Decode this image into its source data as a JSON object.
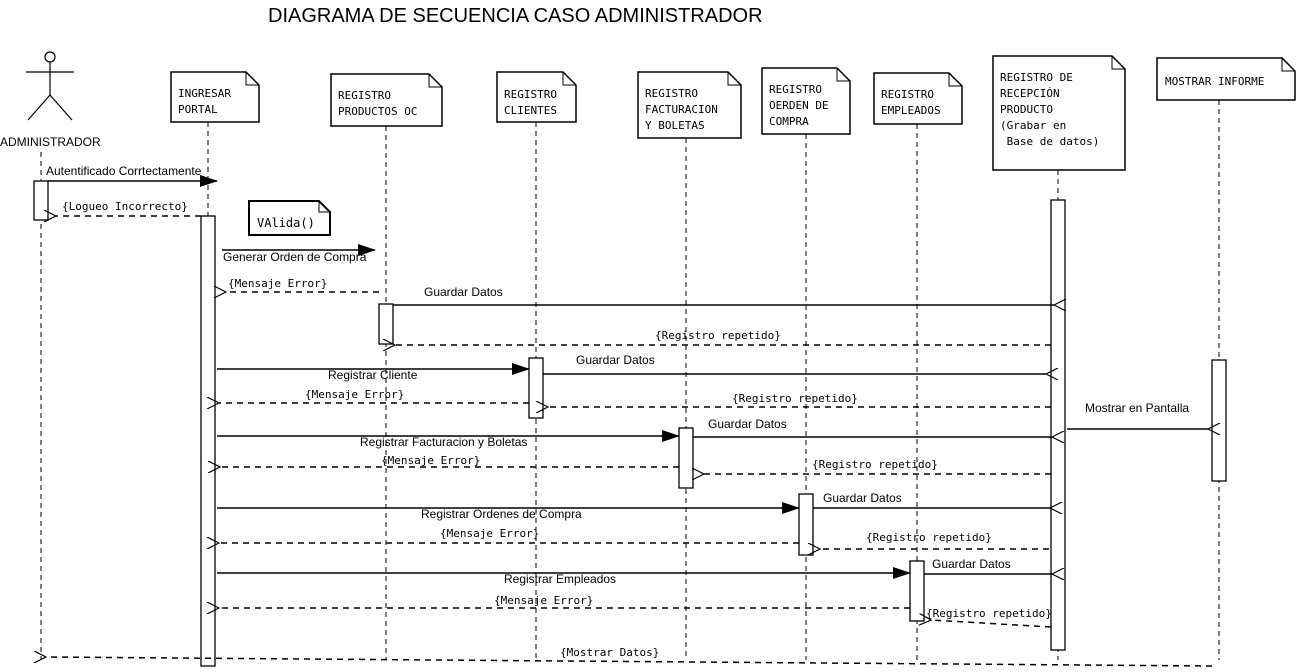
{
  "title": "DIAGRAMA DE SECUENCIA CASO ADMINISTRADOR",
  "actor": {
    "label": "ADMINISTRADOR"
  },
  "lifelines": [
    {
      "id": "portal",
      "lines": [
        "INGRESAR",
        "PORTAL"
      ]
    },
    {
      "id": "productos",
      "lines": [
        "REGISTRO",
        "PRODUCTOS OC"
      ]
    },
    {
      "id": "clientes",
      "lines": [
        "REGISTRO",
        "CLIENTES"
      ]
    },
    {
      "id": "facturacion",
      "lines": [
        "REGISTRO",
        "FACTURACION",
        "Y BOLETAS"
      ]
    },
    {
      "id": "orden",
      "lines": [
        "REGISTRO",
        "OERDEN DE",
        "COMPRA"
      ]
    },
    {
      "id": "empleados",
      "lines": [
        "REGISTRO",
        "EMPLEADOS"
      ]
    },
    {
      "id": "recepcion",
      "lines": [
        "REGISTRO DE",
        "RECEPCIÓN",
        "PRODUCTO",
        "(Grabar en",
        " Base de datos)"
      ]
    },
    {
      "id": "informe",
      "lines": [
        "MOSTRAR INFORME"
      ]
    }
  ],
  "note": {
    "label": "VAlida()"
  },
  "messages": [
    {
      "id": "m1",
      "label": "Autentificado Corrtectamente",
      "kind": "sync"
    },
    {
      "id": "m2",
      "label": "{Logueo Incorrecto}",
      "kind": "return"
    },
    {
      "id": "m3",
      "label": "Generar Orden de Compra",
      "kind": "sync"
    },
    {
      "id": "m4",
      "label": "{Mensaje Error}",
      "kind": "return"
    },
    {
      "id": "m5",
      "label": "Guardar Datos",
      "kind": "sync"
    },
    {
      "id": "m6",
      "label": "{Registro repetido}",
      "kind": "return"
    },
    {
      "id": "m7",
      "label": "Guardar Datos",
      "kind": "sync"
    },
    {
      "id": "m8",
      "label": "Registrar Cliente",
      "kind": "sync"
    },
    {
      "id": "m9",
      "label": "{Mensaje Error}",
      "kind": "return"
    },
    {
      "id": "m10",
      "label": "{Registro repetido}",
      "kind": "return"
    },
    {
      "id": "m11",
      "label": "Mostrar en Pantalla",
      "kind": "sync"
    },
    {
      "id": "m12",
      "label": "Guardar Datos",
      "kind": "sync"
    },
    {
      "id": "m13",
      "label": "Registrar Facturacion y Boletas",
      "kind": "sync"
    },
    {
      "id": "m14",
      "label": "{Mensaje Error}",
      "kind": "return"
    },
    {
      "id": "m15",
      "label": "{Registro repetido}",
      "kind": "return"
    },
    {
      "id": "m16",
      "label": "Guardar Datos",
      "kind": "sync"
    },
    {
      "id": "m17",
      "label": "Registrar Ordenes de Compra",
      "kind": "sync"
    },
    {
      "id": "m18",
      "label": "{Mensaje Error}",
      "kind": "return"
    },
    {
      "id": "m19",
      "label": "{Registro repetido}",
      "kind": "return"
    },
    {
      "id": "m20",
      "label": "Guardar Datos",
      "kind": "sync"
    },
    {
      "id": "m21",
      "label": "Registrar Empleados",
      "kind": "sync"
    },
    {
      "id": "m22",
      "label": "{Mensaje Error}",
      "kind": "return"
    },
    {
      "id": "m23",
      "label": "{Registro repetido}",
      "kind": "return"
    },
    {
      "id": "m24",
      "label": "{Mostrar Datos}",
      "kind": "return"
    }
  ]
}
